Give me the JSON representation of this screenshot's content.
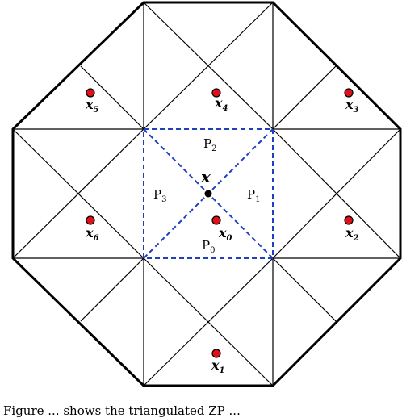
{
  "diagram": {
    "cell_labels": [
      {
        "main": "P",
        "sub": "0"
      },
      {
        "main": "P",
        "sub": "1"
      },
      {
        "main": "P",
        "sub": "2"
      },
      {
        "main": "P",
        "sub": "3"
      }
    ],
    "center_point": {
      "label": "x"
    },
    "points": [
      {
        "main": "x",
        "sub": "0"
      },
      {
        "main": "x",
        "sub": "1"
      },
      {
        "main": "x",
        "sub": "2"
      },
      {
        "main": "x",
        "sub": "3"
      },
      {
        "main": "x",
        "sub": "4"
      },
      {
        "main": "x",
        "sub": "5"
      },
      {
        "main": "x",
        "sub": "6"
      }
    ],
    "colors": {
      "dashed": "#1f3fbf",
      "point_fill": "#e0101a",
      "center_fill": "#000000",
      "outline": "#000000"
    }
  },
  "caption": "Figure ... shows the triangulated ZP ..."
}
